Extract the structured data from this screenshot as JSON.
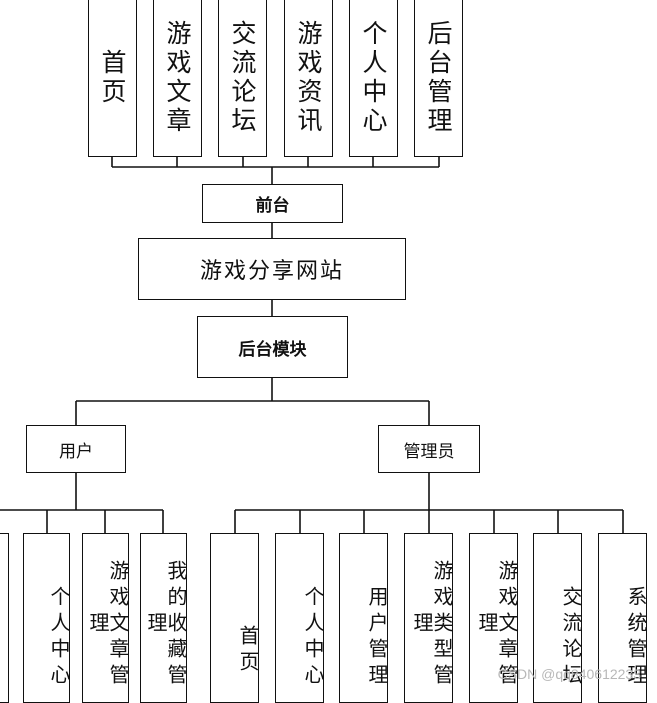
{
  "root": {
    "label": "游戏分享网站"
  },
  "frontend": {
    "label": "前台",
    "modules": [
      "首页",
      "游戏文章",
      "交流论坛",
      "游戏资讯",
      "个人中心",
      "后台管理"
    ]
  },
  "backend": {
    "label": "后台模块",
    "user": {
      "label": "用户",
      "modules": [
        "",
        "个人中心",
        "游戏文章管理",
        "我的收藏管理"
      ]
    },
    "admin": {
      "label": "管理员",
      "modules": [
        "首页",
        "个人中心",
        "用户管理",
        "游戏类型管理",
        "游戏文章管理",
        "交流论坛",
        "系统管理"
      ]
    }
  },
  "watermark": "CSDN @qq840612233"
}
